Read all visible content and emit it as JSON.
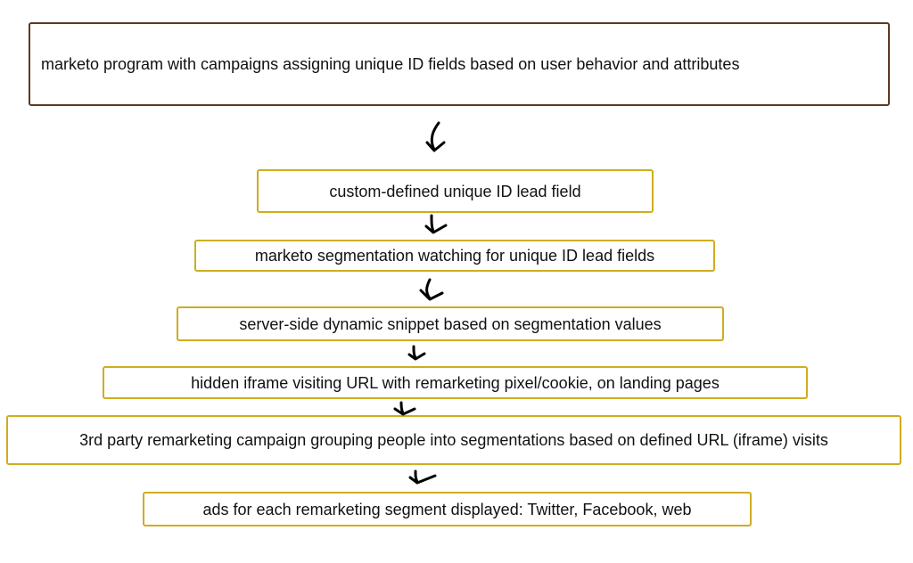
{
  "flow": {
    "steps": [
      "marketo program with campaigns assigning unique ID fields based on user behavior and attributes",
      "custom-defined unique ID lead field",
      "marketo segmentation watching for unique ID lead fields",
      "server-side dynamic snippet based on segmentation values",
      "hidden iframe visiting URL with remarketing pixel/cookie, on landing pages",
      "3rd party remarketing campaign grouping people into segmentations based on defined URL (iframe) visits",
      "ads for each remarketing segment displayed: Twitter, Facebook, web"
    ],
    "colors": {
      "top_box_border": "#5a3a22",
      "step_box_border": "#cfad1e",
      "arrow": "#000000"
    }
  }
}
